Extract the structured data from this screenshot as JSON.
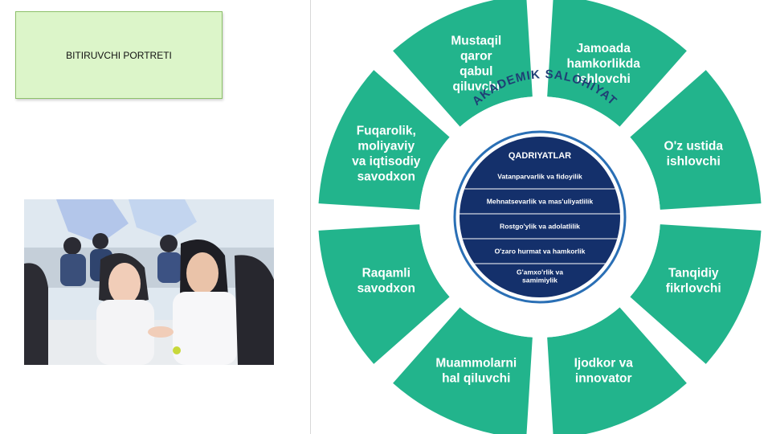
{
  "title_box": {
    "label": "BITIRUVCHI PORTRETI"
  },
  "wheel": {
    "segments": [
      {
        "lines": [
          "Jamoada",
          "hamkorlikda",
          "ishlovchi"
        ]
      },
      {
        "lines": [
          "O'z ustida",
          "ishlovchi"
        ]
      },
      {
        "lines": [
          "Tanqidiy",
          "fikrlovchi"
        ]
      },
      {
        "lines": [
          "Ijodkor va",
          "innovator"
        ]
      },
      {
        "lines": [
          "Muammolarni",
          "hal qiluvchi"
        ]
      },
      {
        "lines": [
          "Raqamli",
          "savodxon"
        ]
      },
      {
        "lines": [
          "Fuqarolik,",
          "moliyaviy",
          "va iqtisodiy",
          "savodxon"
        ]
      },
      {
        "lines": [
          "Mustaqil",
          "qaror",
          "qabul",
          "qiluvchi"
        ]
      }
    ],
    "ring_label": "AKADEMIK  SALOHIYAT",
    "values_header": "QADRIYATLAR",
    "values": [
      {
        "lines": [
          "Vatanparvarlik va fidoyilik"
        ]
      },
      {
        "lines": [
          "Mehnatsevarlik va mas'uliyatlilik"
        ]
      },
      {
        "lines": [
          "Rostgo'ylik va adolatlilik"
        ]
      },
      {
        "lines": [
          "O'zaro hurmat va hamkorlik"
        ]
      },
      {
        "lines": [
          "G'amxo'rlik va",
          "samimiylik"
        ]
      }
    ]
  },
  "colors": {
    "segment": "#22b48c",
    "ring_text": "#1f3f75",
    "values_dark": "#14306b",
    "values_ring": "#2a6fb5",
    "title_box_bg": "#dcf5c9"
  }
}
